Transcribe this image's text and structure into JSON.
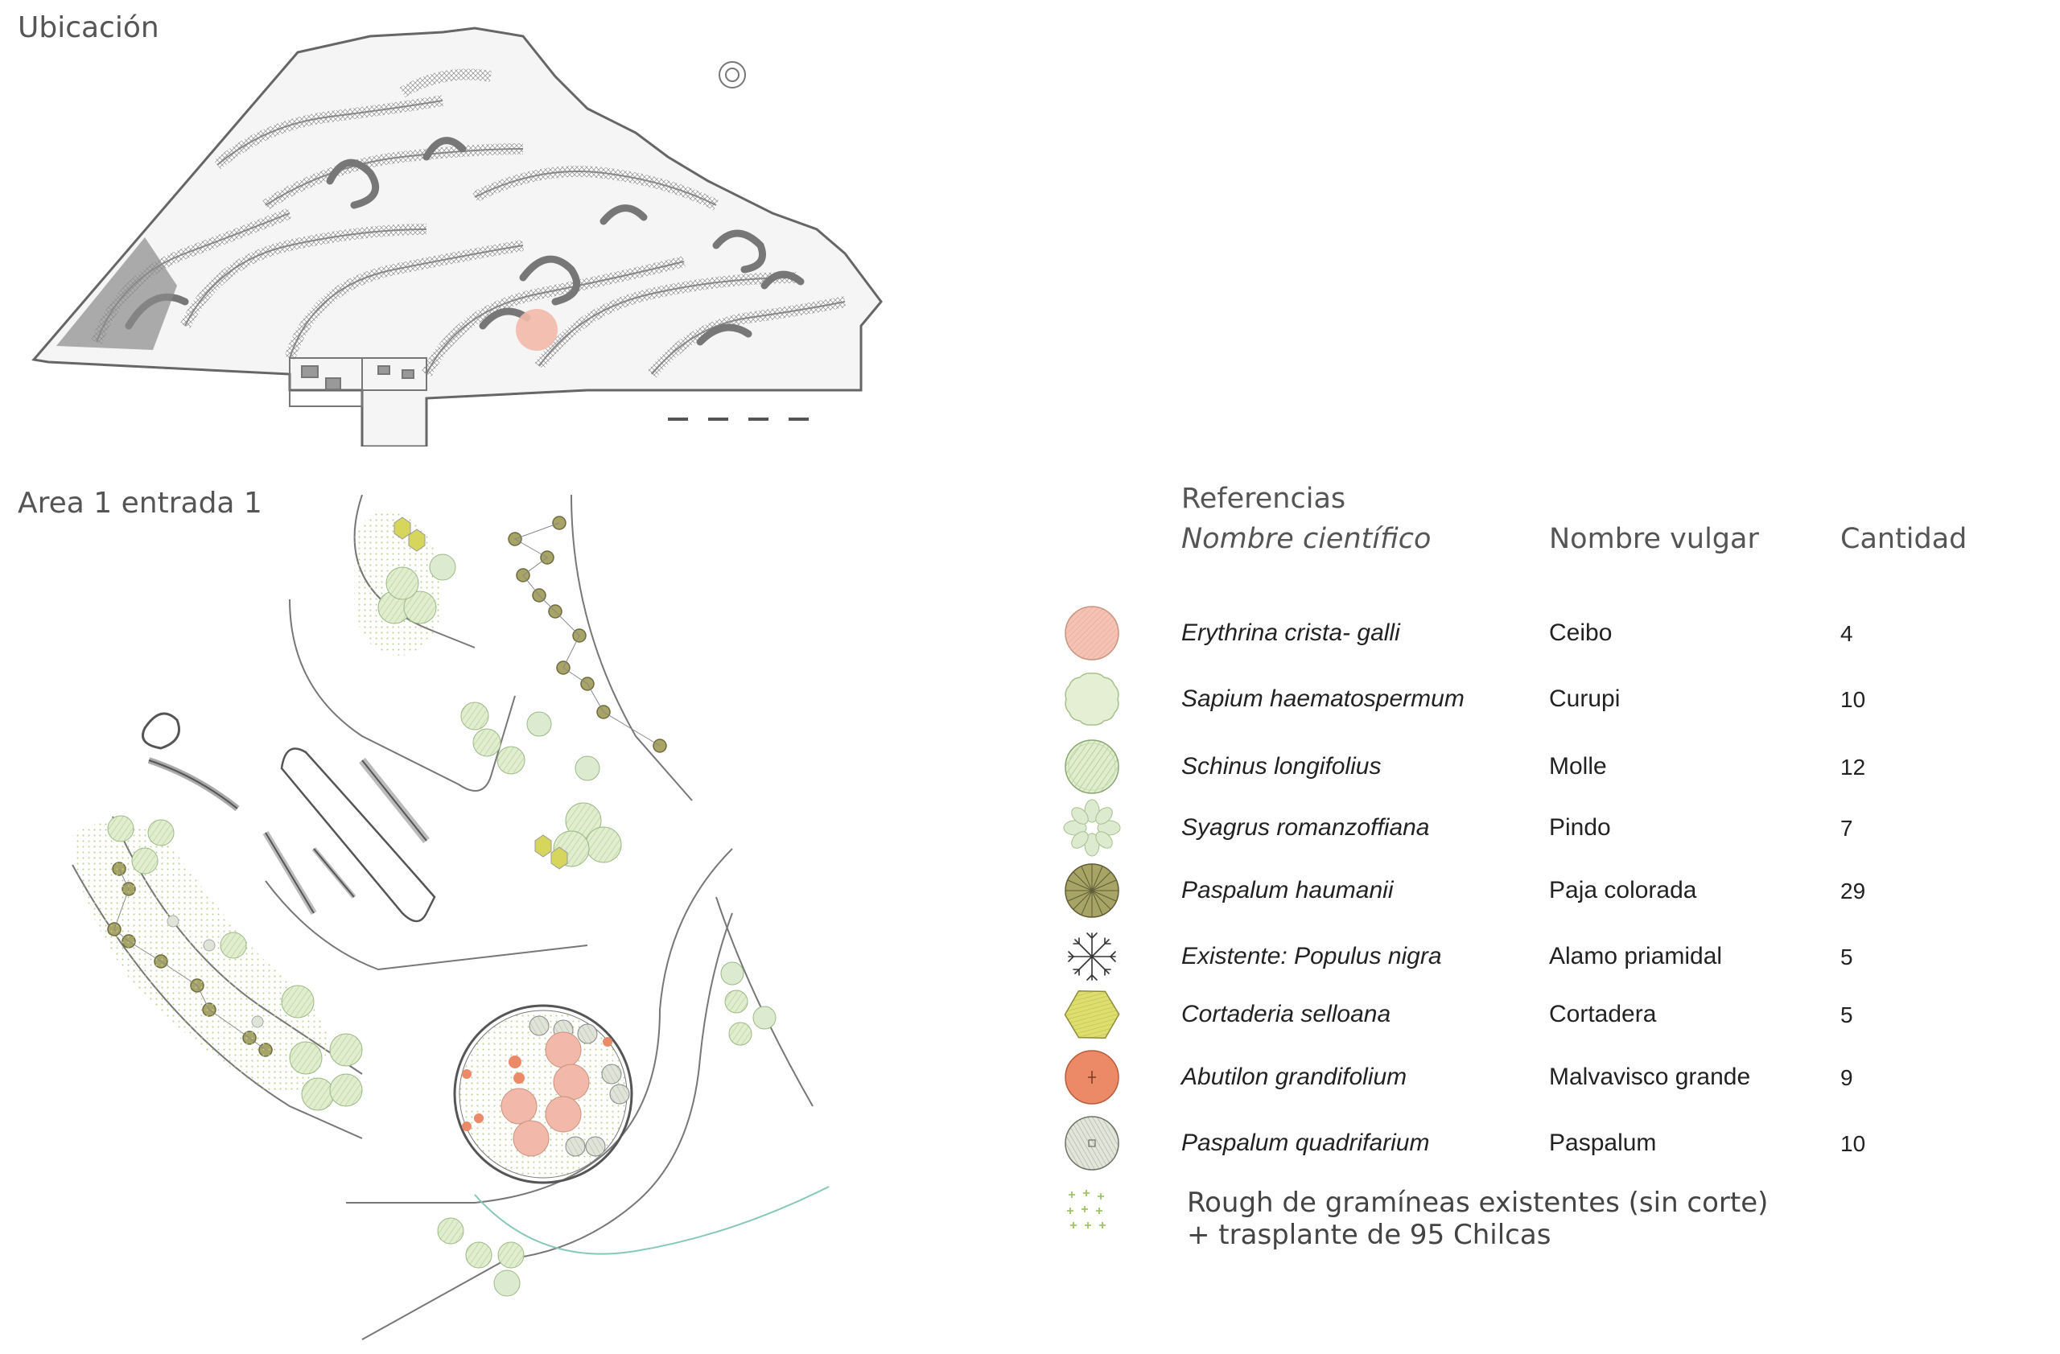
{
  "ubicacion_title": "Ubicación",
  "area_title": "Area 1 entrada 1",
  "legend": {
    "title": "Referencias",
    "headers": {
      "scientific": "Nombre científico",
      "common": "Nombre vulgar",
      "quantity": "Cantidad"
    },
    "items": [
      {
        "scientific": "Erythrina crista- galli",
        "common": "Ceibo",
        "quantity": "4",
        "symbol": "pink-circle-icon",
        "color": "#f2b9aa"
      },
      {
        "scientific": "Sapium haematospermum",
        "common": "Curupi",
        "quantity": "10",
        "symbol": "light-green-scalloped-icon",
        "color": "#e4efd3"
      },
      {
        "scientific": "Schinus longifolius",
        "common": "Molle",
        "quantity": "12",
        "symbol": "hatched-green-circle-icon",
        "color": "#d4e6bf"
      },
      {
        "scientific": "Syagrus romanzoffiana",
        "common": "Pindo",
        "quantity": "7",
        "symbol": "palm-icon",
        "color": "#dcebd0"
      },
      {
        "scientific": "Paspalum haumanii",
        "common": "Paja colorada",
        "quantity": "29",
        "symbol": "olive-radial-circle-icon",
        "color": "#a7a466"
      },
      {
        "scientific": "Existente: Populus nigra",
        "common": "Alamo priamidal",
        "quantity": "5",
        "symbol": "branch-outline-icon",
        "color": "#333333"
      },
      {
        "scientific": "Cortaderia selloana",
        "common": "Cortadera",
        "quantity": "5",
        "symbol": "yellow-hexagon-icon",
        "color": "#d6d65c"
      },
      {
        "scientific": "Abutilon grandifolium",
        "common": "Malvavisco grande",
        "quantity": "9",
        "symbol": "orange-circle-icon",
        "color": "#ec8a67"
      },
      {
        "scientific": "Paspalum quadrifarium",
        "common": "Paspalum",
        "quantity": "10",
        "symbol": "grey-hatched-circle-icon",
        "color": "#d8ddcf"
      }
    ],
    "rough": {
      "line1": "Rough de gramíneas existentes (sin corte)",
      "line2": "+ trasplante de 95 Chilcas",
      "symbol": "green-crosses-icon",
      "color": "#9cc46a"
    }
  }
}
